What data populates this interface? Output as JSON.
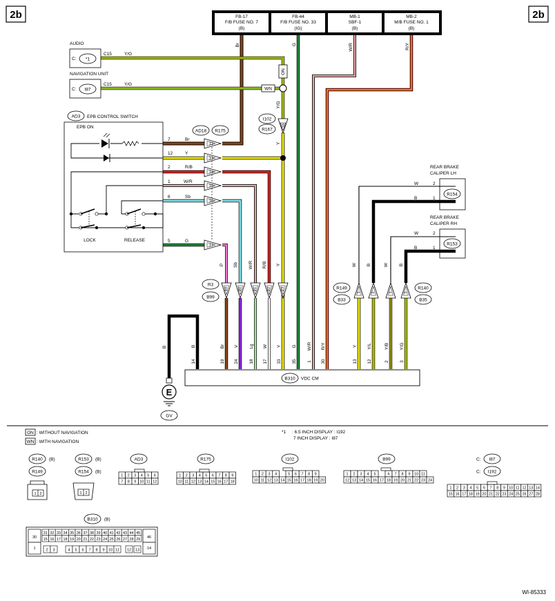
{
  "page": {
    "id_left": "2b",
    "id_right": "2b",
    "doc_code": "WI-85333"
  },
  "fuses": [
    {
      "line1": "FB-17",
      "line2": "F/B FUSE NO. 7",
      "line3": "(B)"
    },
    {
      "line1": "FB-44",
      "line2": "F/B FUSE NO. 33",
      "line3": "(IG)"
    },
    {
      "line1": "MB-1",
      "line2": "SBF-1",
      "line3": "(B)"
    },
    {
      "line1": "MB-2",
      "line2": "M/B FUSE NO. 1",
      "line3": "(B)"
    }
  ],
  "fuse_wire_labels": [
    "Br",
    "G",
    "W/R",
    "R/Y"
  ],
  "audio": {
    "title": "AUDIO",
    "prefix": "C:",
    "conn": "*1",
    "pin": "C15",
    "color": "Y/G"
  },
  "nav": {
    "title": "NAVIGATION UNIT",
    "prefix": "C:",
    "conn": "I87",
    "pin": "C15",
    "color": "Y/G"
  },
  "flags": {
    "on": "ON",
    "wn": "WN"
  },
  "i102": {
    "conn_a": "I102",
    "conn_b": "R167",
    "pin": "16",
    "wire": "Y/G",
    "wire_below": "Y"
  },
  "epb": {
    "conn": "AD3",
    "title": "EPB CONTROL SWITCH",
    "led_label": "EPB ON",
    "lock": "LOCK",
    "release": "RELEASE",
    "pins": [
      {
        "pin": "7",
        "color": "Br"
      },
      {
        "pin": "12",
        "color": "Y"
      },
      {
        "pin": "2",
        "color": "R/B"
      },
      {
        "pin": "1",
        "color": "W/R"
      },
      {
        "pin": "6",
        "color": "Sb"
      },
      {
        "pin": "5",
        "color": "G"
      }
    ]
  },
  "jc_ad18": {
    "conn_a": "AD18",
    "conn_b": "R175",
    "pins": [
      "12",
      "13",
      "14",
      "15",
      "16",
      "17"
    ]
  },
  "jc_r3": {
    "conn_a": "R3",
    "conn_b": "B99",
    "pins": [
      "19",
      "20",
      "21",
      "22",
      "23"
    ],
    "colors": [
      "P",
      "Sb",
      "W/R",
      "R/B",
      "Y"
    ]
  },
  "calipers": {
    "lh": {
      "title1": "REAR BRAKE",
      "title2": "CALIPER LH",
      "conn": "R154",
      "pins": [
        {
          "pin": "2",
          "color": "W"
        },
        {
          "pin": "1",
          "color": "B"
        }
      ]
    },
    "rh": {
      "title1": "REAR BRAKE",
      "title2": "CALIPER RH",
      "conn": "R153",
      "pins": [
        {
          "pin": "2",
          "color": "W"
        },
        {
          "pin": "1",
          "color": "B"
        }
      ]
    }
  },
  "jc_r149": {
    "conn_a": "R149",
    "conn_b": "B33",
    "pins": [
      "1",
      "2"
    ]
  },
  "jc_r140": {
    "conn_a": "R140",
    "conn_b": "B35",
    "pins": [
      "1",
      "2"
    ]
  },
  "caliper_wire_labels": [
    "W",
    "B",
    "W",
    "B"
  ],
  "vdc": {
    "conn": "B310",
    "label": "VDC CM",
    "pins": [
      {
        "pin": "14",
        "color": "B"
      },
      {
        "pin": "19",
        "color": "Br"
      },
      {
        "pin": "24",
        "color": "V"
      },
      {
        "pin": "18",
        "color": "Lg"
      },
      {
        "pin": "17",
        "color": "W"
      },
      {
        "pin": "33",
        "color": "Y"
      },
      {
        "pin": "35",
        "color": "G"
      },
      {
        "pin": "1",
        "color": "W/R"
      },
      {
        "pin": "30",
        "color": "R/Y"
      },
      {
        "pin": "13",
        "color": "Y"
      },
      {
        "pin": "12",
        "color": "Y/L"
      },
      {
        "pin": "2",
        "color": "Y/B"
      },
      {
        "pin": "3",
        "color": "Y/G"
      }
    ]
  },
  "ground": {
    "wire": "B",
    "symbol": "E",
    "conn": "GV"
  },
  "legend": {
    "on": {
      "flag": "ON",
      "text": ": WITHOUT NAVIGATION"
    },
    "wn": {
      "flag": "WN",
      "text": ": WITH NAVIGATION"
    },
    "note_mark": "*1",
    "note_line1": ": 6.5 INCH DISPLAY : I192",
    "note_line2": "7 INCH DISPLAY : I87"
  },
  "connectors": {
    "r140": {
      "name": "R140",
      "suffix": "(B)"
    },
    "r149": {
      "name": "R149"
    },
    "r153": {
      "name": "R153",
      "suffix": "(B)"
    },
    "r154": {
      "name": "R154",
      "suffix": "(B)"
    },
    "small_pins": [
      "1",
      "2"
    ],
    "ad3": {
      "name": "AD3",
      "row1": [
        "1",
        "2",
        "3",
        "4",
        "5",
        "6"
      ],
      "row2": [
        "7",
        "8",
        "9",
        "10",
        "11",
        "12"
      ]
    },
    "r175": {
      "name": "R175",
      "row1": [
        "1",
        "2",
        "3",
        "4",
        "5",
        "6",
        "7",
        "8",
        "9"
      ],
      "row2": [
        "10",
        "11",
        "12",
        "13",
        "14",
        "15",
        "16",
        "17",
        "18"
      ]
    },
    "i102": {
      "name": "I102",
      "row1": [
        "1",
        "2",
        "3",
        "4",
        "",
        "5",
        "6",
        "7",
        "8",
        "9"
      ],
      "row2": [
        "10",
        "11",
        "12",
        "13",
        "14",
        "15",
        "16",
        "17",
        "18",
        "19",
        "20"
      ]
    },
    "b99": {
      "name": "B99",
      "row1": [
        "1",
        "2",
        "3",
        "4",
        "5",
        "",
        "6",
        "7",
        "8",
        "9",
        "10",
        "11"
      ],
      "row2": [
        "12",
        "13",
        "14",
        "15",
        "16",
        "17",
        "18",
        "19",
        "20",
        "21",
        "22",
        "23",
        "24"
      ]
    },
    "i87": {
      "prefix": "C:",
      "name": "I87"
    },
    "i192": {
      "prefix": "C:",
      "name": "I192"
    },
    "i87_row1": [
      "1",
      "2",
      "3",
      "4",
      "5",
      "6",
      "7",
      "8",
      "9",
      "10",
      "11",
      "12",
      "13",
      "14"
    ],
    "i87_row2": [
      "15",
      "16",
      "17",
      "18",
      "19",
      "20",
      "21",
      "22",
      "23",
      "24",
      "25",
      "26",
      "27",
      "28"
    ],
    "b310": {
      "name": "B310",
      "suffix": "(B)",
      "left": [
        "30",
        "1"
      ],
      "row1": [
        "31",
        "32",
        "33",
        "34",
        "35",
        "36",
        "37",
        "38",
        "39",
        "40",
        "41",
        "42",
        "43",
        "44",
        "45"
      ],
      "row2": [
        "15",
        "16",
        "17",
        "18",
        "19",
        "20",
        "21",
        "22",
        "23",
        "24",
        "25",
        "26",
        "27",
        "28",
        "29"
      ],
      "row3": [
        "2",
        "3",
        "4",
        "5",
        "6",
        "7",
        "8",
        "9",
        "10",
        "11",
        "12",
        "13"
      ],
      "right": [
        "46",
        "14"
      ]
    }
  },
  "wire_colors": {
    "black": "#000000",
    "brown": "#8B4513",
    "green": "#1f8a3a",
    "red": "#e0201c",
    "yellow": "#f2ec00",
    "pink": "#f07ad0",
    "sky": "#7fe0e8",
    "violet": "#8a2be2",
    "light_green": "#a8e8a0",
    "orange": "#f0a020"
  }
}
